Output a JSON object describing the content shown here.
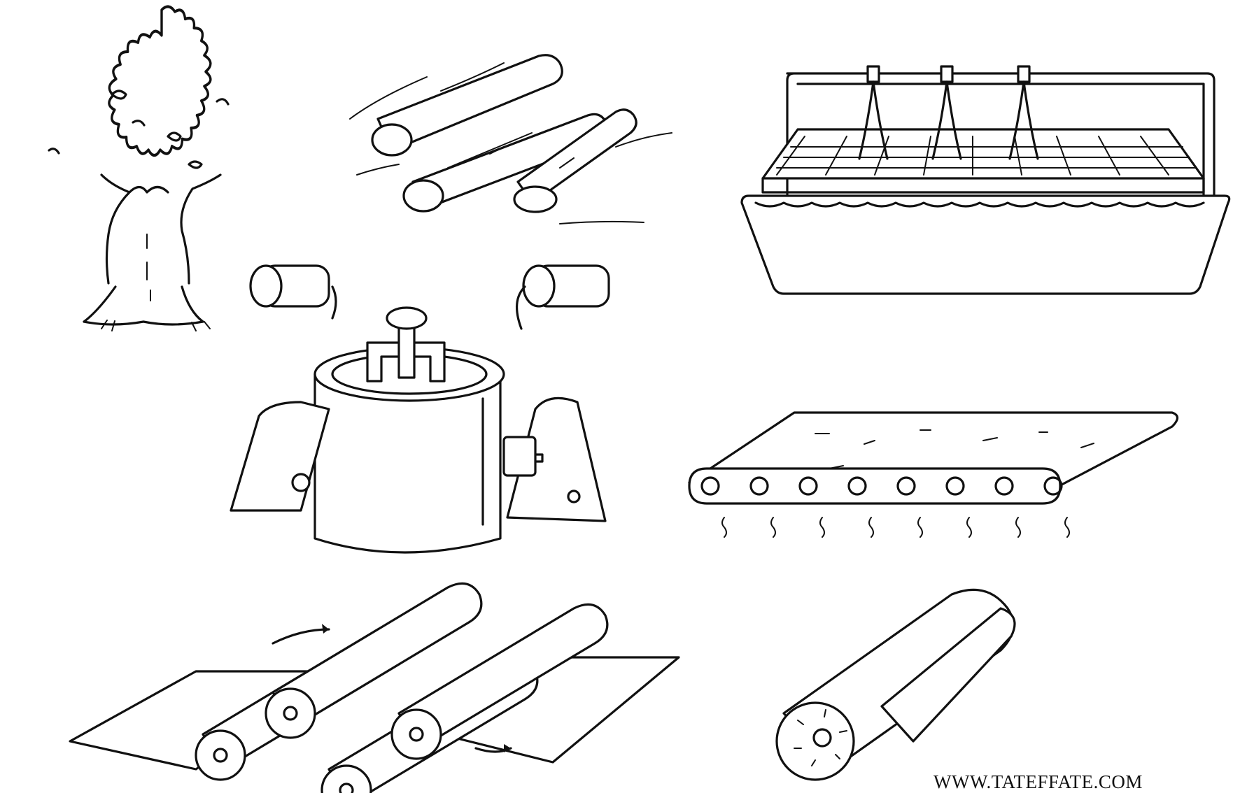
{
  "page": {
    "background": "#ffffff",
    "ink_color": "#111111"
  },
  "illustrations": [
    {
      "id": "tree",
      "icon": "tree-icon"
    },
    {
      "id": "logs",
      "icon": "logs-icon"
    },
    {
      "id": "washing-tank",
      "icon": "washing-tank-icon"
    },
    {
      "id": "pulp-digester",
      "icon": "pulp-digester-icon"
    },
    {
      "id": "drying-conveyor",
      "icon": "conveyor-belt-icon"
    },
    {
      "id": "press-rollers",
      "icon": "rollers-icon"
    },
    {
      "id": "paper-roll",
      "icon": "paper-roll-icon"
    }
  ],
  "watermark": {
    "text": "WWW.TATEFFATE.COM"
  }
}
